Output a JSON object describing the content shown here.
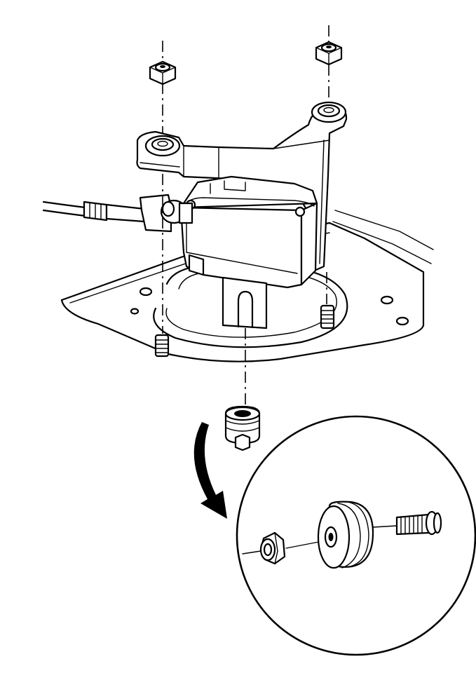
{
  "diagram": {
    "kind": "exploded-view line drawing",
    "colors": {
      "ink": "#000000",
      "paper": "#ffffff"
    },
    "parts": [
      "mounting-nut-left",
      "mounting-nut-right",
      "module-bracket",
      "control-module",
      "electrical-connector",
      "cable-harness",
      "mounting-stud-left",
      "mounting-stud-right",
      "floor-pan",
      "isolator-grommet",
      "detail-inset-nut",
      "detail-inset-grommet",
      "detail-inset-stud",
      "detail-arrow"
    ]
  }
}
